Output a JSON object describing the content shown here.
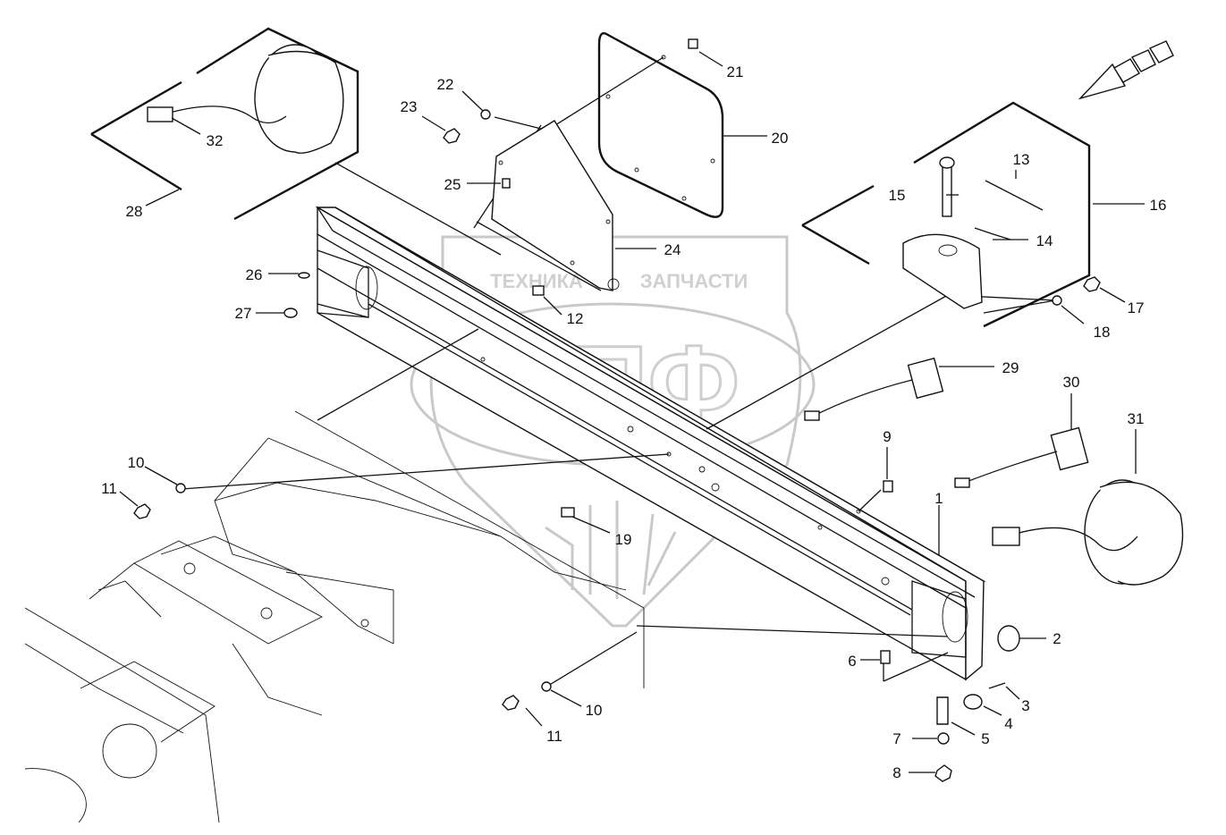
{
  "watermark": {
    "line1_left": "ТЕХНИКА",
    "line1_right": "ЗАПЧАСТИ",
    "logo": "ЭПФ"
  },
  "callouts": [
    "1",
    "2",
    "3",
    "4",
    "5",
    "6",
    "7",
    "8",
    "9",
    "10",
    "10",
    "11",
    "11",
    "12",
    "13",
    "14",
    "15",
    "16",
    "17",
    "18",
    "19",
    "20",
    "21",
    "22",
    "23",
    "24",
    "25",
    "26",
    "27",
    "28",
    "29",
    "30",
    "31",
    "32"
  ]
}
